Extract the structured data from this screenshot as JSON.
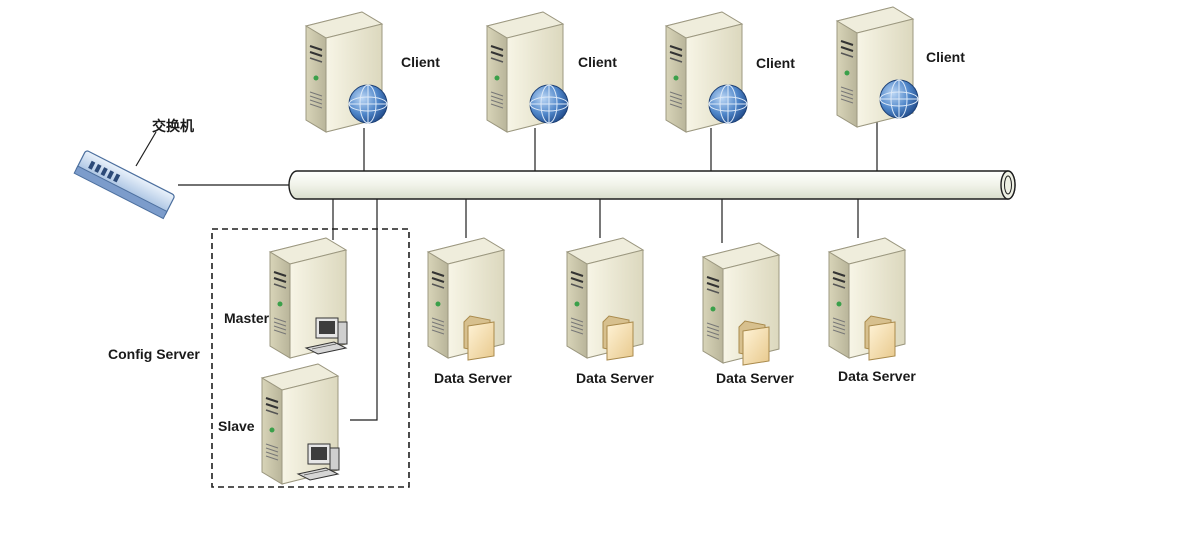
{
  "switch": {
    "label": "交换机"
  },
  "clients": [
    {
      "label": "Client"
    },
    {
      "label": "Client"
    },
    {
      "label": "Client"
    },
    {
      "label": "Client"
    }
  ],
  "data_servers": [
    {
      "label": "Data Server"
    },
    {
      "label": "Data Server"
    },
    {
      "label": "Data Server"
    },
    {
      "label": "Data Server"
    }
  ],
  "config_server": {
    "label": "Config Server",
    "master": {
      "label": "Master"
    },
    "slave": {
      "label": "Slave"
    }
  },
  "icons": {
    "client": "server-with-globe-icon",
    "data_server": "server-with-folder-icon",
    "config": "server-with-computer-icon",
    "switch": "network-switch-icon",
    "bus": "network-bus-cable"
  }
}
